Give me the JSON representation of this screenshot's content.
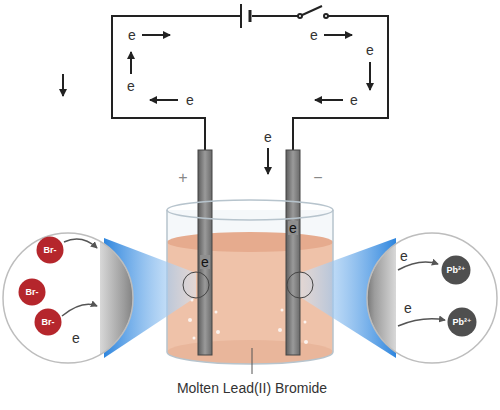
{
  "diagram": {
    "nodes": [
      {
        "text": [
          "Br-"
        ]
      },
      {
        "text": [
          "Br-"
        ]
      },
      {
        "text": [
          "Br-"
        ]
      },
      {
        "text": [
          "Pb²⁺"
        ]
      },
      {
        "text": [
          "Pb²⁺"
        ]
      }
    ],
    "labels": [
      "e",
      "e",
      "e",
      "e",
      "e",
      "e",
      "e",
      "e",
      "e",
      "e",
      "e",
      "e",
      "+",
      "−",
      "Molten Lead(II) Bromide"
    ]
  }
}
